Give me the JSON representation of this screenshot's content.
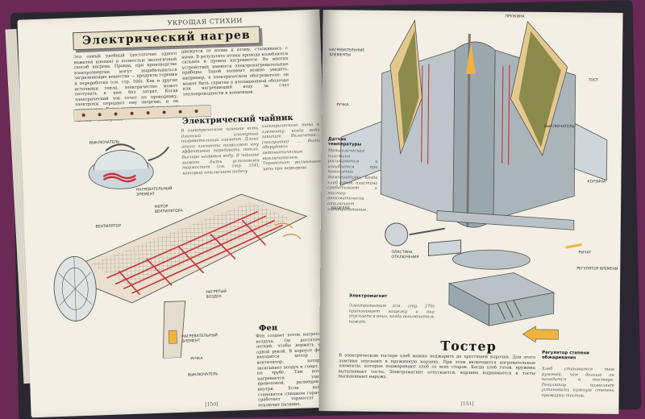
{
  "left_page": {
    "running_head": "УКРОЩАЯ СТИХИИ",
    "title": "Электрический нагрев",
    "intro_col1": "Это самый удобный (достаточно одного нажатия кнопки) и полностью экологичный способ нагрева. Правда, при производстве электроэнергии могут вырабатываться загрязняющие вещества — продукты горения и переработки (см. стр. 166). Как и другие источники тепла, электричество может поступать к нам без затрат. Когда электрический ток течет по проводнику, электроны передают ему энергию, и он нагревается. Когда электрический ток течет по проволоке, миллиарды мельчайших частиц — электронов —",
    "intro_col2": "движутся от атома к атому, сталкиваясь с ними. В результате атомы провода колеблются сильнее и провод нагревается. Во многих устройствах имеются электронагревательные приборы. Такой элемент можно увидеть, например, в электрическом обогревателе: он может быть спрятан в изоляционной оболочке или нагревающий воду за счет теплопроводности и конвекции.",
    "kettle_heading": "Электрический чайник",
    "kettle_col1": "В электрическом чайнике есть длинный изогнутый нагревательный элемент. Длина этого элемента позволяет ему эффективно передавать тепло, быстро нагревая воду. В чайнике может быть установлен термостат (см. стр. 154), который отключает подачу",
    "kettle_col2": "электрического тока к элементу, когда вода закипит. Включение... (заглушено) ... быть оборудован автоматическим выключателем. Термостат размыкает цепь при перегреве.",
    "label_switch": "Выключатель",
    "label_heating_element": "Нагревательный элемент",
    "label_motor": "Мотор вентилятора",
    "label_fan": "Вентилятор",
    "label_hot_air": "Нагретый воздух",
    "label_heating_element2": "Нагревательный элемент",
    "label_handle": "Ручка",
    "label_switch2": "Выключатель",
    "fen_heading": "Фен",
    "fen_text": "Фен создает поток нагретого воздуха. Он достаточно легкий, чтобы держать его одной рукой. В корпусе фена находятся мотор и вентилятор, который засасывает воздух и гонит его по трубе. Там воздух нагревается тонкой проволокой, размещенной внутри. Если воздух становится слишком горячим, сработает термостат и отключит питание.",
    "page_number": "[150]"
  },
  "right_page": {
    "label_spring": "Пружина",
    "label_heating_elements": "Нагревательные элементы",
    "label_toast": "Тост",
    "label_handle": "Ручка",
    "label_switch": "Выключатель",
    "label_basket": "Корзина",
    "thermo_heading": "Датчик температуры",
    "thermo_text": "Металлическая пластина расширяется и изгибается при повышении температуры. Когда хлеб готов, пластина срабатывает и тостер автоматически отключает электропитание.",
    "label_latch": "Защелка",
    "label_plate": "Пластина отключения",
    "label_lever": "Рычаг",
    "label_browning": "Регулятор времени",
    "magnet_heading": "Электромагнит",
    "magnet_text": "Электромагнит (см. стр. 270) притягивает защелку и она опускается вниз, когда выключатель нажат.",
    "toaster_heading": "Тостер",
    "toaster_text": "В электрическом тостере хлеб можно поджарить до хрустящей корочки. Для этого ломтики опускают в пружинную корзину. При этом включаются нагревательные элементы, которые поджаривают хлеб со всех сторон. Когда хлеб готов, пружина выталкивает тосты. Электромагнит отпускается, корзина поднимается и тосты выскакивают наружу.",
    "browning_heading": "Регулятор степени обжаривания",
    "browning_text": "Хлеб становится тем румяней, чем дольше он находится в тостере. Регулятор позволяет установить нужную степень прожарки тостов.",
    "page_number": "[151]"
  },
  "colors": {
    "page": "#f3efe4",
    "cover": "#2b2730",
    "background": "#6a2a55",
    "heater_red": "#c8323c",
    "toaster_gray": "#b9c2c6",
    "bread": "#8c8a4a",
    "accent_yellow": "#f0b43c"
  }
}
